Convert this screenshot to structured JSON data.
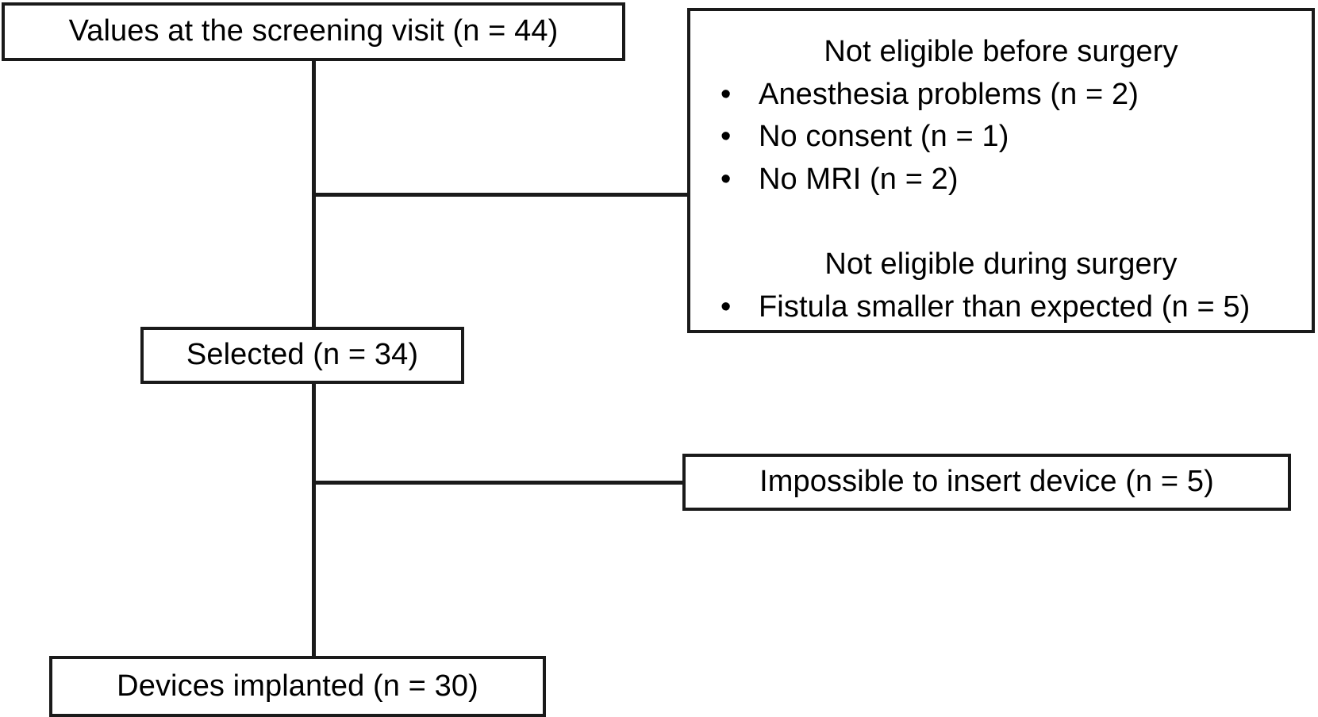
{
  "diagram": {
    "type": "participant-flow-chart",
    "title": "",
    "nodes": {
      "screening": {
        "label": "Values at the screening visit (n = 44)",
        "count": 44
      },
      "selected": {
        "label": "Selected (n = 34)",
        "count": 34
      },
      "implanted": {
        "label": "Devices implanted (n = 30)",
        "count": 30
      },
      "impossible": {
        "label": "Impossible to insert device (n = 5)",
        "count": 5
      },
      "not_eligible": {
        "before_heading": "Not eligible before surgery",
        "before_items": [
          {
            "bullet": "•",
            "label": "Anesthesia problems (n = 2)",
            "count": 2
          },
          {
            "bullet": "•",
            "label": "No consent (n = 1)",
            "count": 1
          },
          {
            "bullet": "•",
            "label": "No MRI (n = 2)",
            "count": 2
          }
        ],
        "during_heading": "Not eligible during surgery",
        "during_items": [
          {
            "bullet": "•",
            "label": "Fistula smaller than expected (n = 5)",
            "count": 5
          }
        ]
      }
    },
    "colors": {
      "stroke": "#1a1a1a",
      "background": "#ffffff",
      "text": "#000000"
    }
  }
}
